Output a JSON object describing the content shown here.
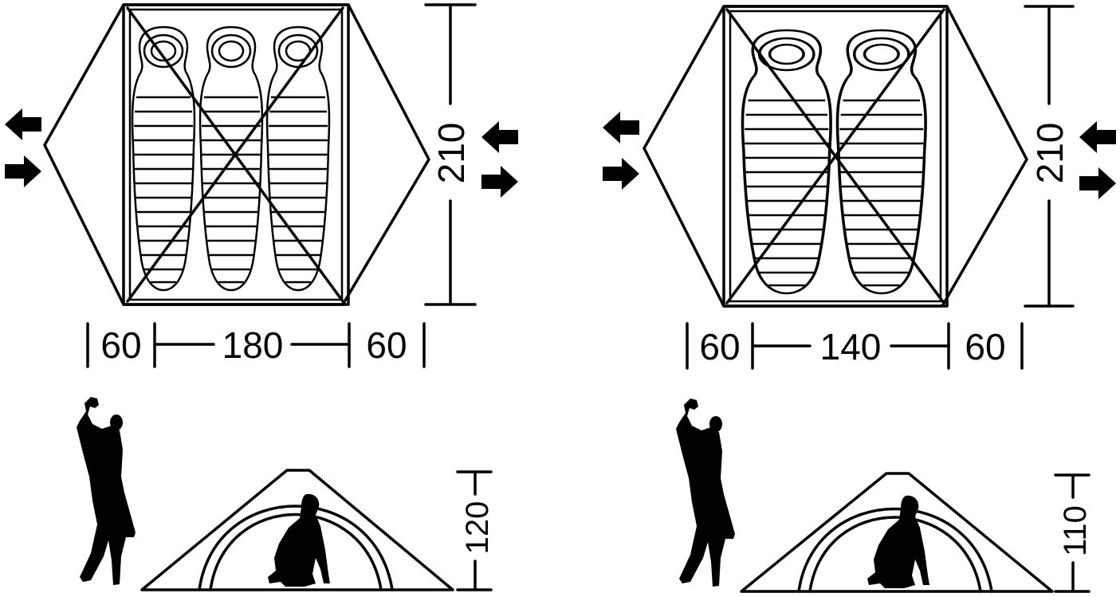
{
  "panels": [
    {
      "id": "three-person",
      "floor_length": "210",
      "widths": {
        "vestibule_left": "60",
        "inner": "180",
        "vestibule_right": "60"
      },
      "height": "120",
      "sleeping_bags": 3
    },
    {
      "id": "two-person",
      "floor_length": "210",
      "widths": {
        "vestibule_left": "60",
        "inner": "140",
        "vestibule_right": "60"
      },
      "height": "110",
      "sleeping_bags": 2
    }
  ],
  "icons": {
    "arrow_in": "arrow-left-icon",
    "arrow_out": "arrow-right-icon",
    "standing_person": "standing-person-silhouette",
    "crouching_person": "crouching-person-silhouette"
  },
  "colors": {
    "ink": "#000000",
    "paper": "#ffffff"
  }
}
